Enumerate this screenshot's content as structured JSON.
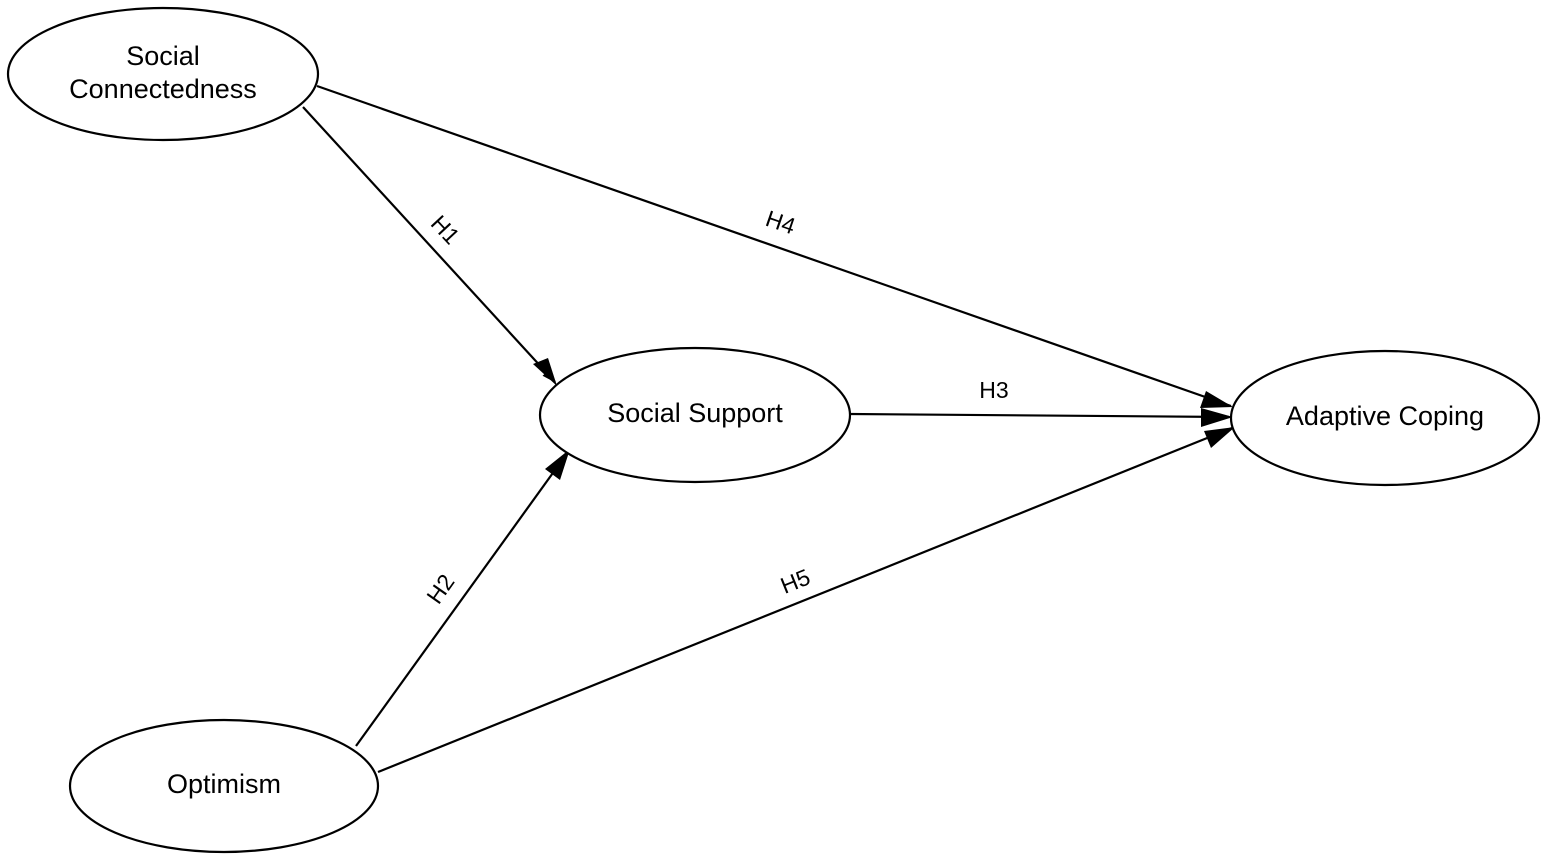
{
  "nodes": {
    "social_connectedness": {
      "lines": [
        "Social",
        "Connectedness"
      ]
    },
    "social_support": {
      "label": "Social Support"
    },
    "adaptive_coping": {
      "label": "Adaptive Coping"
    },
    "optimism": {
      "label": "Optimism"
    }
  },
  "edges": {
    "h1": {
      "label": "H1",
      "from": "Social Connectedness",
      "to": "Social Support"
    },
    "h2": {
      "label": "H2",
      "from": "Optimism",
      "to": "Social Support"
    },
    "h3": {
      "label": "H3",
      "from": "Social Support",
      "to": "Adaptive Coping"
    },
    "h4": {
      "label": "H4",
      "from": "Social Connectedness",
      "to": "Adaptive Coping"
    },
    "h5": {
      "label": "H5",
      "from": "Optimism",
      "to": "Adaptive Coping"
    }
  }
}
